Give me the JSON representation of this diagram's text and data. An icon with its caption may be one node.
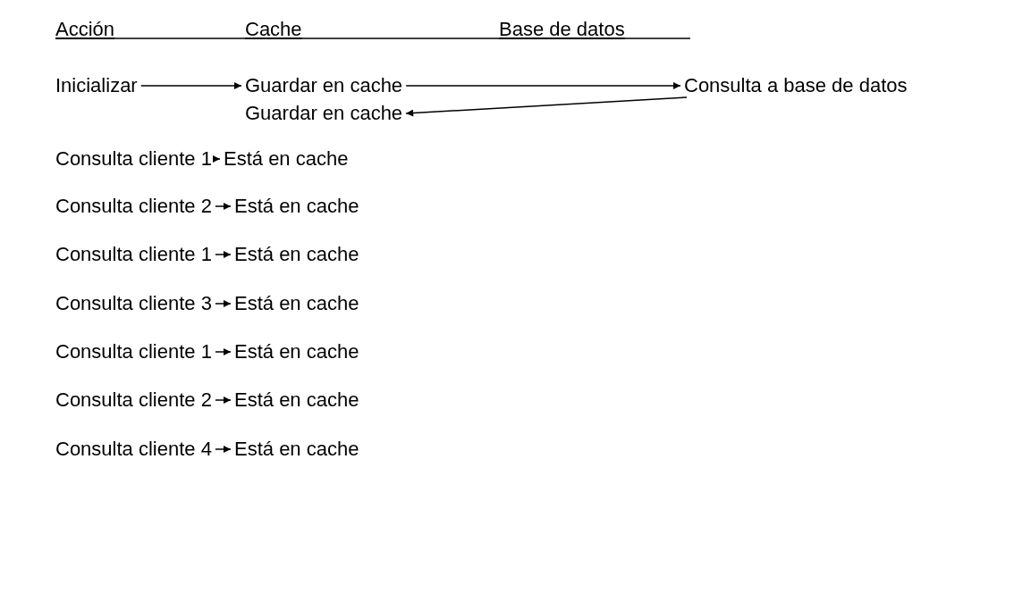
{
  "diagram": {
    "nodes": [
      {
        "text": [
          "Inicializar"
        ]
      },
      {
        "text": [
          "Guardar en cache"
        ]
      },
      {
        "text": [
          "Consulta a base de datos"
        ]
      },
      {
        "text": [
          "Guardar en cache"
        ]
      },
      {
        "text": [
          "Consulta cliente 1"
        ]
      },
      {
        "text": [
          "Está en cache"
        ]
      },
      {
        "text": [
          "Consulta cliente 2"
        ]
      },
      {
        "text": [
          "Está en cache"
        ]
      },
      {
        "text": [
          "Consulta cliente 1"
        ]
      },
      {
        "text": [
          "Está en cache"
        ]
      },
      {
        "text": [
          "Consulta cliente 3"
        ]
      },
      {
        "text": [
          "Está en cache"
        ]
      },
      {
        "text": [
          "Consulta cliente 1"
        ]
      },
      {
        "text": [
          "Está en cache"
        ]
      },
      {
        "text": [
          "Consulta cliente 2"
        ]
      },
      {
        "text": [
          "Está en cache"
        ]
      },
      {
        "text": [
          "Consulta cliente 4"
        ]
      },
      {
        "text": [
          "Está en cache"
        ]
      }
    ],
    "edges": [
      {
        "from": 0,
        "to": 1,
        "arrow": "to"
      },
      {
        "from": 1,
        "to": 2,
        "arrow": "to"
      },
      {
        "from": 2,
        "to": 3,
        "arrow": "to"
      },
      {
        "from": 4,
        "to": 5,
        "arrow": "to"
      },
      {
        "from": 6,
        "to": 7,
        "arrow": "to"
      },
      {
        "from": 8,
        "to": 9,
        "arrow": "to"
      },
      {
        "from": 10,
        "to": 11,
        "arrow": "to"
      },
      {
        "from": 12,
        "to": 13,
        "arrow": "to"
      },
      {
        "from": 14,
        "to": 15,
        "arrow": "to"
      },
      {
        "from": 16,
        "to": 17,
        "arrow": "to"
      }
    ],
    "labels": [
      "Acción",
      "Cache",
      "Base de datos"
    ]
  }
}
